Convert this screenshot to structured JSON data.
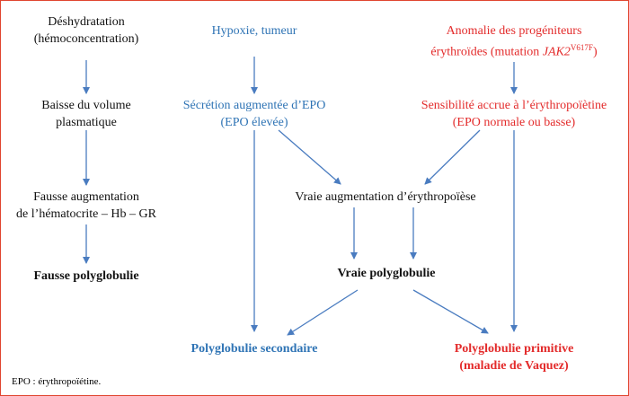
{
  "colors": {
    "frame": "#e0452f",
    "arrow": "#4a7cc0",
    "black": "#111111",
    "blue": "#2f74b5",
    "red": "#e32b2b"
  },
  "nodes": {
    "deshydratation": {
      "line1": "Déshydratation",
      "line2": "(hémoconcentration)"
    },
    "baisse_volume": {
      "line1": "Baisse du volume",
      "line2": "plasmatique"
    },
    "fausse_augmentation": {
      "line1": "Fausse augmentation",
      "line2": "de l’hématocrite – Hb – GR"
    },
    "fausse_polyglobulie": {
      "label": "Fausse polyglobulie"
    },
    "hypoxie": {
      "label": "Hypoxie, tumeur"
    },
    "secretion_epo": {
      "line1": "Sécrétion augmentée d’EPO",
      "line2": "(EPO élevée)"
    },
    "vraie_augmentation": {
      "label": "Vraie augmentation d’érythropoïèse"
    },
    "vraie_polyglobulie": {
      "label": "Vraie polyglobulie"
    },
    "polyglobulie_secondaire": {
      "label": "Polyglobulie secondaire"
    },
    "anomalie": {
      "line1": "Anomalie des progéniteurs",
      "line2_prefix": "érythroïdes (mutation ",
      "line2_gene": "JAK2",
      "line2_sup": "V617F",
      "line2_suffix": ")"
    },
    "sensibilite": {
      "line1": "Sensibilité accrue à l’érythropoïètine",
      "line2": "(EPO normale ou basse)"
    },
    "polyglobulie_primitive": {
      "line1": "Polyglobulie primitive",
      "line2": "(maladie de Vaquez)"
    }
  },
  "footnote": "EPO : érythropoïétine."
}
